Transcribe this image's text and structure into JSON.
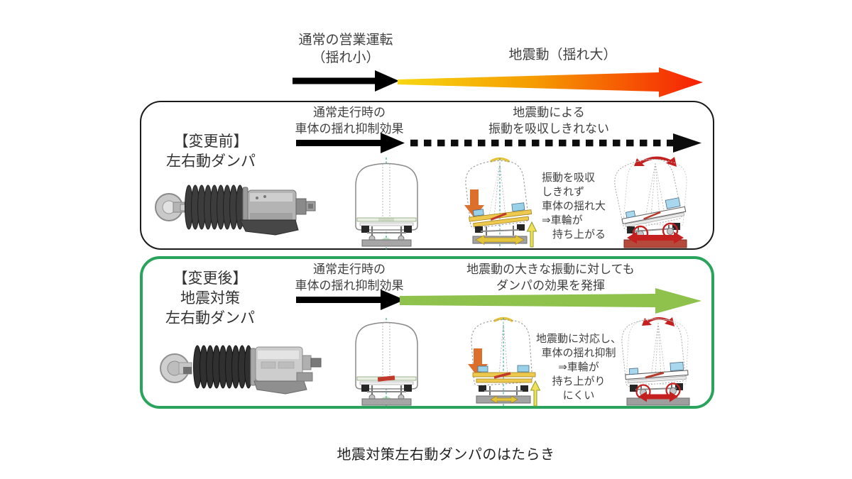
{
  "caption": "地震対策左右動ダンパのはたらき",
  "top_axis": {
    "normal_label": "通常の営業運転\n（揺れ小）",
    "quake_label": "地震動（揺れ大）"
  },
  "before_box": {
    "name": "【変更前】\n左右動ダンパ",
    "normal_effect": "通常走行時の\n車体の揺れ抑制効果",
    "quake_effect": "地震動による\n振動を吸収しきれない",
    "result_note": "振動を吸収\nしきれず\n車体の揺れ大\n⇒車輪が\n　持ち上がる"
  },
  "after_box": {
    "name": "【変更後】\n地震対策\n左右動ダンパ",
    "normal_effect": "通常走行時の\n車体の揺れ抑制効果",
    "quake_effect": "地震動の大きな振動に対しても\nダンパの効果を発揮",
    "result_note": "地震動に対応し、\n車体の揺れ抑制\n⇒車輪が\n持ち上がり\nにくい"
  },
  "colors": {
    "before_border": "#1a1a1a",
    "after_border": "#2aa45c",
    "arrow_black": "#000000",
    "gradient_start": "#f7d713",
    "gradient_mid": "#f59b00",
    "gradient_end": "#f61f05",
    "green_arrow": "#8fc14d",
    "warning_orange": "#dd6f2d",
    "alert_red": "#c52020",
    "highlight_yellow": "#e2c33c"
  }
}
